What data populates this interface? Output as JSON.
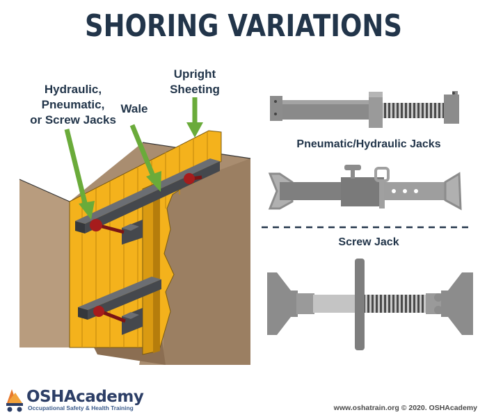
{
  "title": "SHORING VARIATIONS",
  "labels": {
    "jacks": "Hydraulic,\nPneumatic,\nor Screw Jacks",
    "wale": "Wale",
    "sheeting": "Upright\nSheeting",
    "pneumatic_hydraulic": "Pneumatic/Hydraulic Jacks",
    "screw_jack": "Screw Jack"
  },
  "logo": {
    "name": "OSHAcademy",
    "tagline": "Occupational Safety & Health Training"
  },
  "copyright": "www.oshatrain.org © 2020. OSHAcademy",
  "colors": {
    "title": "#22354a",
    "arrow": "#6aab3a",
    "sheeting": "#f4b21c",
    "wale": "#4a4d52",
    "soil": "#b89c7e",
    "jack_metal": "#8c8c8c"
  }
}
